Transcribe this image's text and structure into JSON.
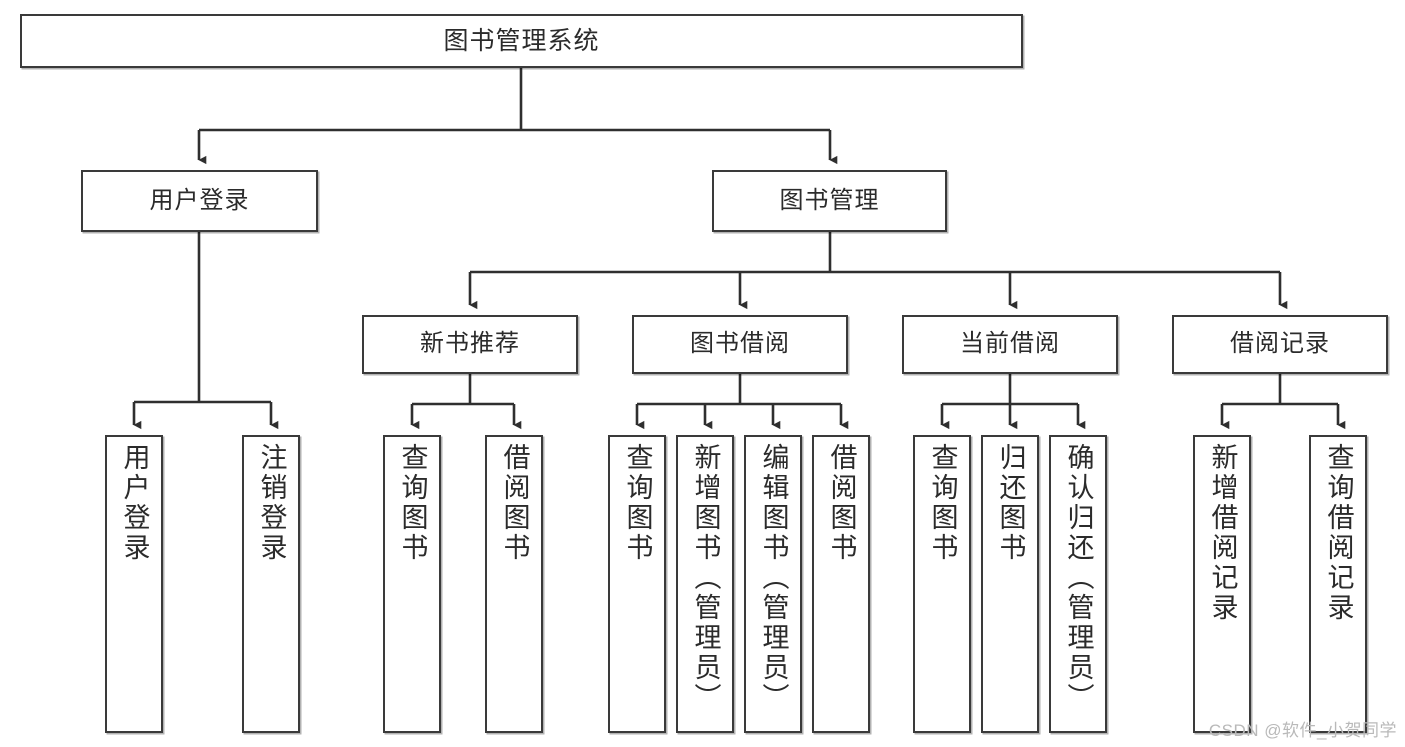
{
  "diagram": {
    "type": "tree",
    "title": "图书管理系统",
    "root": {
      "label": "图书管理系统"
    },
    "level1": [
      {
        "label": "用户登录"
      },
      {
        "label": "图书管理"
      }
    ],
    "level2": [
      {
        "label": "新书推荐"
      },
      {
        "label": "图书借阅"
      },
      {
        "label": "当前借阅"
      },
      {
        "label": "借阅记录"
      }
    ],
    "leaves": {
      "user_login": [
        {
          "label": "用户登录"
        },
        {
          "label": "注销登录"
        }
      ],
      "new_book_recommend": [
        {
          "label": "查询图书"
        },
        {
          "label": "借阅图书"
        }
      ],
      "book_borrow": [
        {
          "label": "查询图书"
        },
        {
          "label": "新增图书（管理员）"
        },
        {
          "label": "编辑图书（管理员）"
        },
        {
          "label": "借阅图书"
        }
      ],
      "current_borrow": [
        {
          "label": "查询图书"
        },
        {
          "label": "归还图书"
        },
        {
          "label": "确认归还（管理员）"
        }
      ],
      "borrow_record": [
        {
          "label": "新增借阅记录"
        },
        {
          "label": "查询借阅记录"
        }
      ]
    }
  },
  "watermark": {
    "text": "CSDN @软件_小贺同学"
  },
  "colors": {
    "stroke": "#3a3a3a",
    "box_fill": "#ffffff",
    "text": "#2b2b2b",
    "watermark": "#b9b9b9",
    "background": "#ffffff"
  }
}
